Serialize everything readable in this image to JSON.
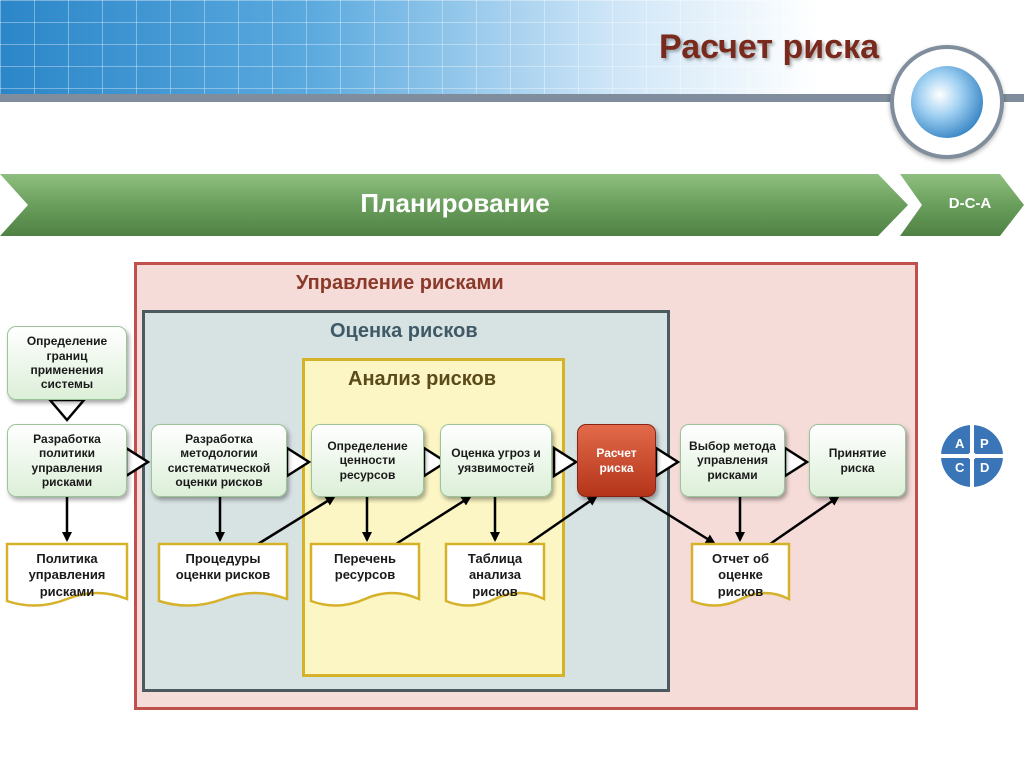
{
  "title": "Расчет риска",
  "planning": {
    "label": "Планирование",
    "next_label": "D-C-A"
  },
  "containers": {
    "risk_management": "Управление рисками",
    "risk_assessment": "Оценка рисков",
    "risk_analysis": "Анализ рисков"
  },
  "process": {
    "scope": "Определение границ применения системы",
    "policy_dev": "Разработка политики управления рисками",
    "methodology": "Разработка методологии систематической оценки рисков",
    "asset_value": "Определение ценности ресурсов",
    "threat_assessment": "Оценка угроз и уязвимостей",
    "risk_calc": "Расчет риска",
    "method_choice": "Выбор метода управления рисками",
    "risk_acceptance": "Принятие риска"
  },
  "documents": {
    "policy": "Политика управления рисками",
    "procedures": "Процедуры оценки рисков",
    "resource_list": "Перечень ресурсов",
    "analysis_table": "Таблица анализа рисков",
    "assessment_report": "Отчет об оценке рисков"
  },
  "pdca": {
    "a": "A",
    "p": "P",
    "c": "C",
    "d": "D"
  },
  "colors": {
    "title": "#7a2a1c",
    "planning_arrow": "#6a9e5c",
    "risk_management_border": "#c0504d",
    "risk_assessment_border": "#4a5a5f",
    "risk_analysis_border": "#d6b22a",
    "risk_calc_box": "#c0401f",
    "pdca": "#3a75b8"
  }
}
